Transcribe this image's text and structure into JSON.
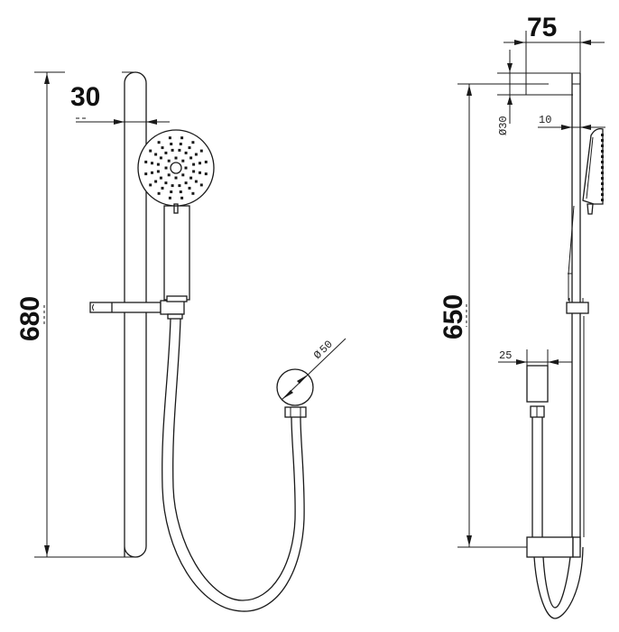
{
  "drawing": {
    "type": "technical-drawing",
    "subject": "shower rail kit with hand shower, hose and wall outlet",
    "views": [
      {
        "name": "front-view",
        "dimensions": {
          "rail_height": "680",
          "rail_width": "30",
          "wall_outlet_diameter": "Ø50"
        }
      },
      {
        "name": "side-view",
        "dimensions": {
          "overall_depth": "75",
          "bracket_diameter": "Ø30",
          "handset_offset": "10",
          "rail_mount_height": "650",
          "bracket_depth": "25"
        }
      }
    ]
  },
  "labels": {
    "front_height": "680",
    "front_width": "30",
    "outlet_dia_symbol": "Ø",
    "outlet_dia_value": "50",
    "side_depth": "75",
    "side_bracket_dia": "Ø30",
    "side_offset": "10",
    "side_height": "650",
    "side_bracket_depth": "25"
  },
  "colors": {
    "line": "#1a1a1a",
    "background": "#ffffff"
  }
}
